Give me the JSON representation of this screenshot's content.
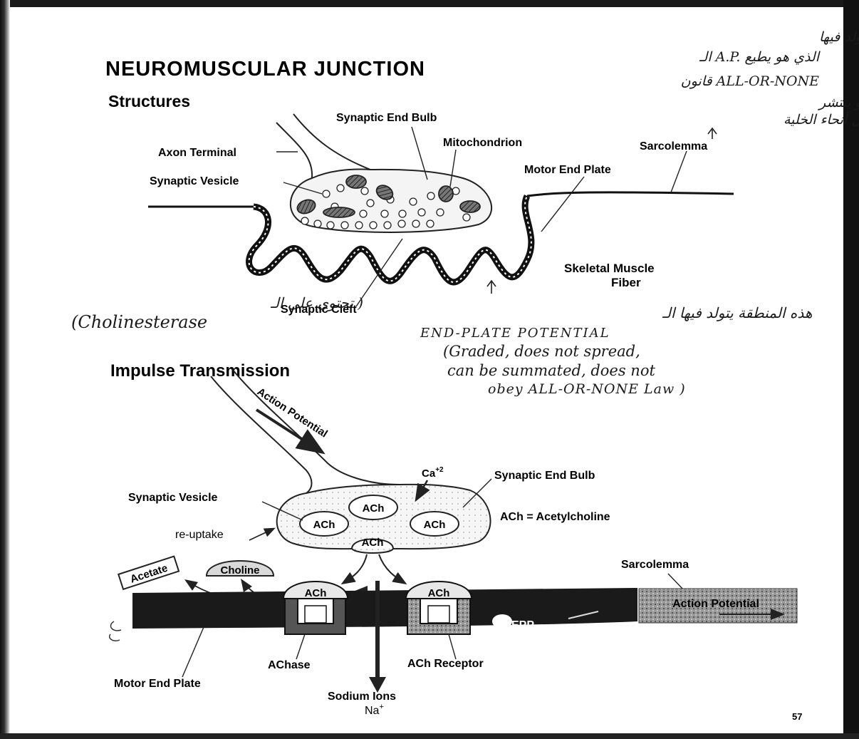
{
  "title": "NEUROMUSCULAR  JUNCTION",
  "section1": "Structures",
  "section2": "Impulse Transmission",
  "page_number": "57",
  "top_labels": {
    "synaptic_end_bulb": "Synaptic End Bulb",
    "mitochondrion": "Mitochondrion",
    "axon_terminal": "Axon Terminal",
    "sarcolemma": "Sarcolemma",
    "synaptic_vesicle": "Synaptic Vesicle",
    "motor_end_plate": "Motor End Plate",
    "skeletal_muscle_1": "Skeletal Muscle",
    "skeletal_muscle_2": "Fiber",
    "synaptic_cleft": "Synaptic Cleft"
  },
  "bottom_labels": {
    "action_potential": "Action Potential",
    "ca": "Ca",
    "ca_sup": "+2",
    "synaptic_end_bulb": "Synaptic End Bulb",
    "synaptic_vesicle": "Synaptic Vesicle",
    "ach": "ACh",
    "ach_def": "ACh  =  Acetylcholine",
    "reuptake": "re-uptake",
    "choline": "Choline",
    "acetate": "Acetate",
    "sarcolemma": "Sarcolemma",
    "action_potential_box": "Action Potential",
    "epp": "EPP",
    "achase": "AChase",
    "ach_receptor": "ACh Receptor",
    "motor_end_plate": "Motor End Plate",
    "sodium_ions": "Sodium Ions",
    "na": "Na",
    "na_sup": "+"
  },
  "handwritten": {
    "arabic_top": [
      "هذه المنطقة يتولد فيها",
      "الـ A.P. الذي هو يطيع",
      "قانون ALL-OR-NONE",
      "وغير متدرج و ينتشر",
      "في كل أنحاء الخلية"
    ],
    "arabic_cleft": "( تحتوي على الـ",
    "cholinesterase": "(Cholinesterase",
    "arabic_epp": "هذه المنطقة يتولد فيها الـ",
    "epp_notes": [
      "END-PLATE POTENTIAL",
      "(Graded, does not spread,",
      "can be summated, does not",
      "obey ALL-OR-NONE Law )"
    ]
  }
}
